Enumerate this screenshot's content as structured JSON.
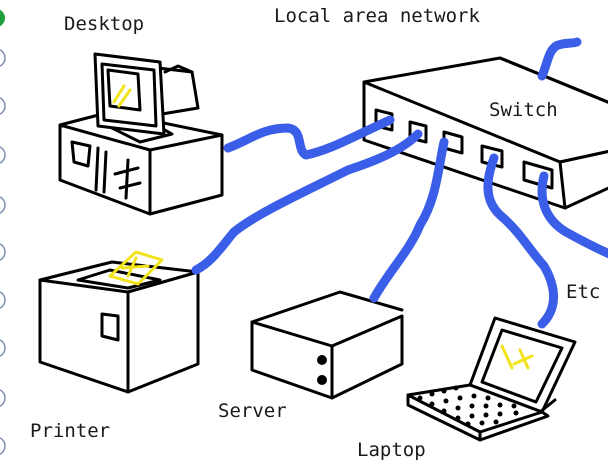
{
  "title": "Local area network",
  "devices": {
    "desktop": "Desktop",
    "switch": "Switch",
    "printer": "Printer",
    "server": "Server",
    "laptop": "Laptop",
    "etc": "Etc"
  },
  "colors": {
    "cable": "#3a5ee8",
    "highlight": "#f2e31b",
    "ink": "#000000",
    "label": "#1a1a1a",
    "left_edge_accent": "#1e9e3c"
  }
}
